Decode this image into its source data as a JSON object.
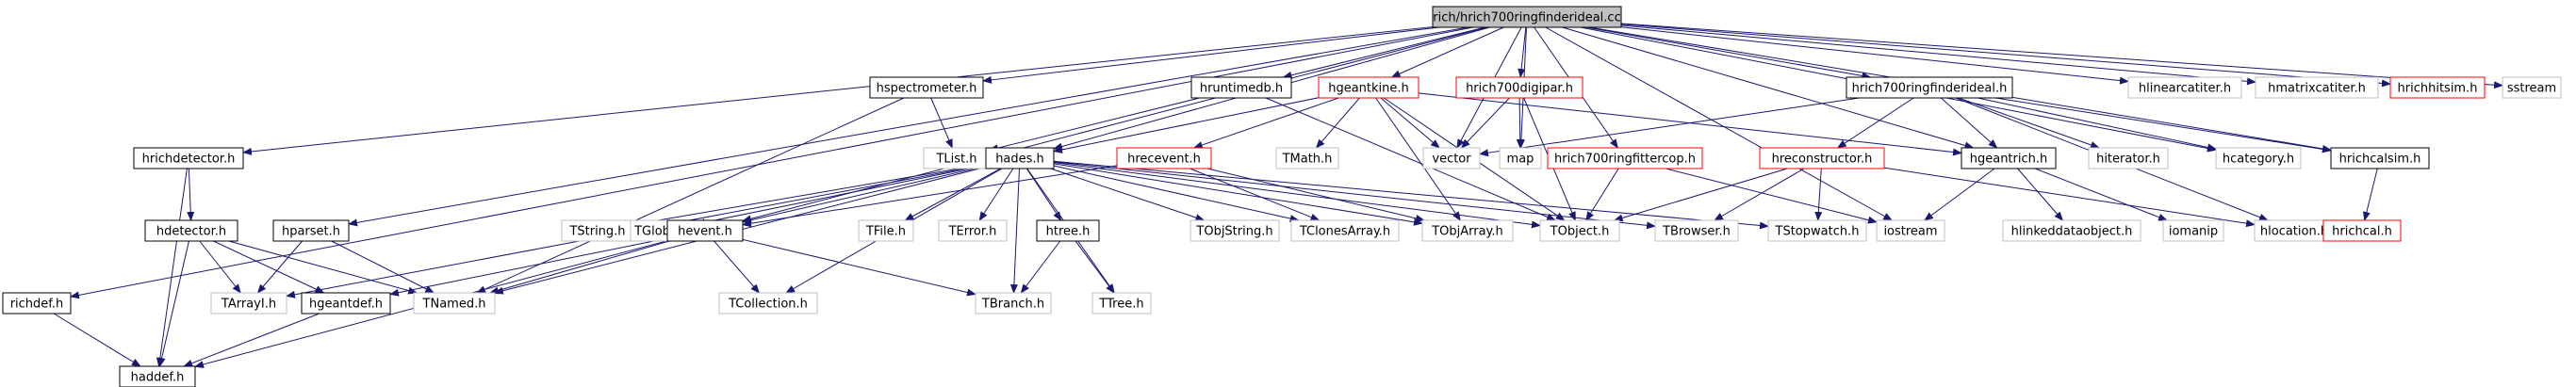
{
  "graph": {
    "root": "rich/hrich700ringfinderideal.cc",
    "nodes": {
      "root": {
        "label": "rich/hrich700ringfinderideal.cc",
        "kind": "root"
      },
      "hspectrometer": {
        "label": "hspectrometer.h",
        "kind": "doc"
      },
      "hruntimedb": {
        "label": "hruntimedb.h",
        "kind": "doc"
      },
      "hgeantkine": {
        "label": "hgeantkine.h",
        "kind": "missing"
      },
      "hrich700digipar": {
        "label": "hrich700digipar.h",
        "kind": "missing"
      },
      "hrich700ringfinderideal": {
        "label": "hrich700ringfinderideal.h",
        "kind": "doc"
      },
      "hlinearcatiter": {
        "label": "hlinearcatiter.h",
        "kind": "ext"
      },
      "hmatrixcatiter": {
        "label": "hmatrixcatiter.h",
        "kind": "ext"
      },
      "hrichhitsim": {
        "label": "hrichhitsim.h",
        "kind": "missing"
      },
      "sstream": {
        "label": "sstream",
        "kind": "ext"
      },
      "hrichdetector": {
        "label": "hrichdetector.h",
        "kind": "doc"
      },
      "hparset": {
        "label": "hparset.h",
        "kind": "doc"
      },
      "richdef": {
        "label": "richdef.h",
        "kind": "doc"
      },
      "tlist": {
        "label": "TList.h",
        "kind": "ext"
      },
      "hades": {
        "label": "hades.h",
        "kind": "doc"
      },
      "hrecevent": {
        "label": "hrecevent.h",
        "kind": "missing"
      },
      "tmath": {
        "label": "TMath.h",
        "kind": "ext"
      },
      "vector": {
        "label": "vector",
        "kind": "ext"
      },
      "map": {
        "label": "map",
        "kind": "ext"
      },
      "hrich700ringfittercop": {
        "label": "hrich700ringfittercop.h",
        "kind": "missing"
      },
      "hreconstructor": {
        "label": "hreconstructor.h",
        "kind": "missing"
      },
      "hgeantrich": {
        "label": "hgeantrich.h",
        "kind": "doc"
      },
      "hiterator": {
        "label": "hiterator.h",
        "kind": "ext"
      },
      "hcategory": {
        "label": "hcategory.h",
        "kind": "ext"
      },
      "hrichcalsim": {
        "label": "hrichcalsim.h",
        "kind": "doc"
      },
      "hdetector": {
        "label": "hdetector.h",
        "kind": "doc"
      },
      "tstring": {
        "label": "TString.h",
        "kind": "ext"
      },
      "tglobal": {
        "label": "TGlobal.h",
        "kind": "ext"
      },
      "hevent": {
        "label": "hevent.h",
        "kind": "doc"
      },
      "tfile": {
        "label": "TFile.h",
        "kind": "ext"
      },
      "terror": {
        "label": "TError.h",
        "kind": "ext"
      },
      "htree": {
        "label": "htree.h",
        "kind": "doc"
      },
      "tobjstring": {
        "label": "TObjString.h",
        "kind": "ext"
      },
      "tclonesarray": {
        "label": "TClonesArray.h",
        "kind": "ext"
      },
      "tobjarray": {
        "label": "TObjArray.h",
        "kind": "ext"
      },
      "tobject": {
        "label": "TObject.h",
        "kind": "ext"
      },
      "tbrowser": {
        "label": "TBrowser.h",
        "kind": "ext"
      },
      "tstopwatch": {
        "label": "TStopwatch.h",
        "kind": "ext"
      },
      "iostream": {
        "label": "iostream",
        "kind": "ext"
      },
      "hlinkeddataobject": {
        "label": "hlinkeddataobject.h",
        "kind": "ext"
      },
      "iomanip": {
        "label": "iomanip",
        "kind": "ext"
      },
      "hlocation": {
        "label": "hlocation.h",
        "kind": "ext"
      },
      "hrichcal": {
        "label": "hrichcal.h",
        "kind": "missing"
      },
      "tarrayi": {
        "label": "TArrayI.h",
        "kind": "ext"
      },
      "hgeantdef": {
        "label": "hgeantdef.h",
        "kind": "doc"
      },
      "tnamed": {
        "label": "TNamed.h",
        "kind": "ext"
      },
      "tcollection": {
        "label": "TCollection.h",
        "kind": "ext"
      },
      "tbranch": {
        "label": "TBranch.h",
        "kind": "ext"
      },
      "ttree": {
        "label": "TTree.h",
        "kind": "ext"
      },
      "haddef": {
        "label": "haddef.h",
        "kind": "doc"
      }
    },
    "edges": [
      [
        "root",
        "hspectrometer"
      ],
      [
        "root",
        "hruntimedb"
      ],
      [
        "root",
        "hgeantkine"
      ],
      [
        "root",
        "hrich700digipar"
      ],
      [
        "root",
        "hrich700ringfinderideal"
      ],
      [
        "root",
        "hlinearcatiter"
      ],
      [
        "root",
        "hmatrixcatiter"
      ],
      [
        "root",
        "hrichhitsim"
      ],
      [
        "root",
        "sstream"
      ],
      [
        "root",
        "hrichdetector"
      ],
      [
        "root",
        "hparset"
      ],
      [
        "root",
        "richdef"
      ],
      [
        "root",
        "hades"
      ],
      [
        "root",
        "hevent"
      ],
      [
        "root",
        "vector"
      ],
      [
        "root",
        "map"
      ],
      [
        "root",
        "hrich700ringfittercop"
      ],
      [
        "root",
        "hgeantrich"
      ],
      [
        "root",
        "hcategory"
      ],
      [
        "root",
        "hrichcalsim"
      ],
      [
        "root",
        "iostream"
      ],
      [
        "hspectrometer",
        "tlist"
      ],
      [
        "hspectrometer",
        "tnamed"
      ],
      [
        "hruntimedb",
        "tlist"
      ],
      [
        "hruntimedb",
        "tobject"
      ],
      [
        "hgeantkine",
        "hades"
      ],
      [
        "hgeantkine",
        "hrecevent"
      ],
      [
        "hgeantkine",
        "tmath"
      ],
      [
        "hgeantkine",
        "vector"
      ],
      [
        "hgeantkine",
        "tobject"
      ],
      [
        "hgeantkine",
        "tobjarray"
      ],
      [
        "hgeantkine",
        "hgeantrich"
      ],
      [
        "hrich700digipar",
        "vector"
      ],
      [
        "hrich700digipar",
        "map"
      ],
      [
        "hrich700digipar",
        "tobject"
      ],
      [
        "hrich700ringfinderideal",
        "vector"
      ],
      [
        "hrich700ringfinderideal",
        "hreconstructor"
      ],
      [
        "hrich700ringfinderideal",
        "hgeantrich"
      ],
      [
        "hrich700ringfinderideal",
        "hiterator"
      ],
      [
        "hrich700ringfinderideal",
        "hcategory"
      ],
      [
        "hrich700ringfinderideal",
        "hrichcalsim"
      ],
      [
        "hrich700ringfinderideal",
        "hlocation"
      ],
      [
        "hrich700ringfittercop",
        "tobject"
      ],
      [
        "hrich700ringfittercop",
        "iostream"
      ],
      [
        "hreconstructor",
        "tobject"
      ],
      [
        "hreconstructor",
        "tbrowser"
      ],
      [
        "hreconstructor",
        "tstopwatch"
      ],
      [
        "hreconstructor",
        "hlocation"
      ],
      [
        "hgeantrich",
        "iostream"
      ],
      [
        "hgeantrich",
        "hlinkeddataobject"
      ],
      [
        "hgeantrich",
        "iomanip"
      ],
      [
        "hrichcalsim",
        "hrichcal"
      ],
      [
        "hrichdetector",
        "hdetector"
      ],
      [
        "hrichdetector",
        "haddef"
      ],
      [
        "hdetector",
        "tarrayi"
      ],
      [
        "hdetector",
        "hgeantdef"
      ],
      [
        "hdetector",
        "tnamed"
      ],
      [
        "hdetector",
        "haddef"
      ],
      [
        "hparset",
        "tarrayi"
      ],
      [
        "hparset",
        "tnamed"
      ],
      [
        "richdef",
        "haddef"
      ],
      [
        "hades",
        "tstring"
      ],
      [
        "hades",
        "tglobal"
      ],
      [
        "hades",
        "hevent"
      ],
      [
        "hades",
        "tfile"
      ],
      [
        "hades",
        "terror"
      ],
      [
        "hades",
        "htree"
      ],
      [
        "hades",
        "tobjstring"
      ],
      [
        "hades",
        "tclonesarray"
      ],
      [
        "hades",
        "tobjarray"
      ],
      [
        "hades",
        "tobject"
      ],
      [
        "hades",
        "tbrowser"
      ],
      [
        "hades",
        "tstopwatch"
      ],
      [
        "hades",
        "tarrayi"
      ],
      [
        "hades",
        "tnamed"
      ],
      [
        "hades",
        "tcollection"
      ],
      [
        "hades",
        "tbranch"
      ],
      [
        "hades",
        "ttree"
      ],
      [
        "hrecevent",
        "hevent"
      ],
      [
        "hrecevent",
        "tclonesarray"
      ],
      [
        "hrecevent",
        "tobjarray"
      ],
      [
        "hevent",
        "tcollection"
      ],
      [
        "hevent",
        "tnamed"
      ],
      [
        "hevent",
        "hgeantdef"
      ],
      [
        "hevent",
        "tbranch"
      ],
      [
        "hevent",
        "haddef"
      ],
      [
        "htree",
        "tbranch"
      ],
      [
        "htree",
        "ttree"
      ],
      [
        "hgeantdef",
        "haddef"
      ]
    ]
  },
  "colors": {
    "edge": "#191970",
    "doc_border": "#000000",
    "missing_border": "#ff0000",
    "ext_border": "#bfbfbf",
    "root_fill": "#bfbfbf",
    "text": "#000000"
  }
}
